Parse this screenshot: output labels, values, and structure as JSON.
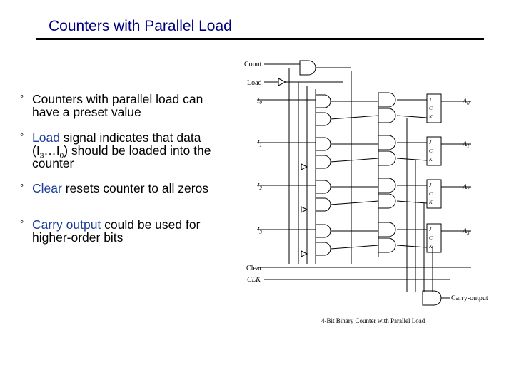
{
  "slide": {
    "title": "Counters with Parallel Load"
  },
  "bullets": [
    {
      "marker": "°",
      "text": "Counters with parallel load can have a preset value"
    },
    {
      "marker": "°",
      "highlight": "Load",
      "text": " signal indicates that data (I",
      "sub1": "3",
      "mid": "…I",
      "sub2": "0",
      "tail": ") should be loaded into the counter"
    },
    {
      "marker": "°",
      "highlight": "Clear",
      "text": " resets counter to all zeros"
    },
    {
      "marker": "°",
      "highlight": "Carry output",
      "text": " could be used for higher-order bits"
    }
  ],
  "circuit": {
    "inputs": {
      "count": "Count",
      "load": "Load",
      "clear": "Clear",
      "clk": "CLK"
    },
    "data_inputs": [
      {
        "name": "I",
        "sub": "0"
      },
      {
        "name": "I",
        "sub": "1"
      },
      {
        "name": "I",
        "sub": "2"
      },
      {
        "name": "I",
        "sub": "3"
      }
    ],
    "outputs": [
      {
        "name": "A",
        "sub": "0"
      },
      {
        "name": "A",
        "sub": "1"
      },
      {
        "name": "A",
        "sub": "2"
      },
      {
        "name": "A",
        "sub": "3"
      }
    ],
    "flipflop_labels": {
      "j": "J",
      "c": "C",
      "k": "K"
    },
    "carry_output": "Carry-output",
    "caption": "4-Bit Binary Counter with Parallel Load"
  }
}
